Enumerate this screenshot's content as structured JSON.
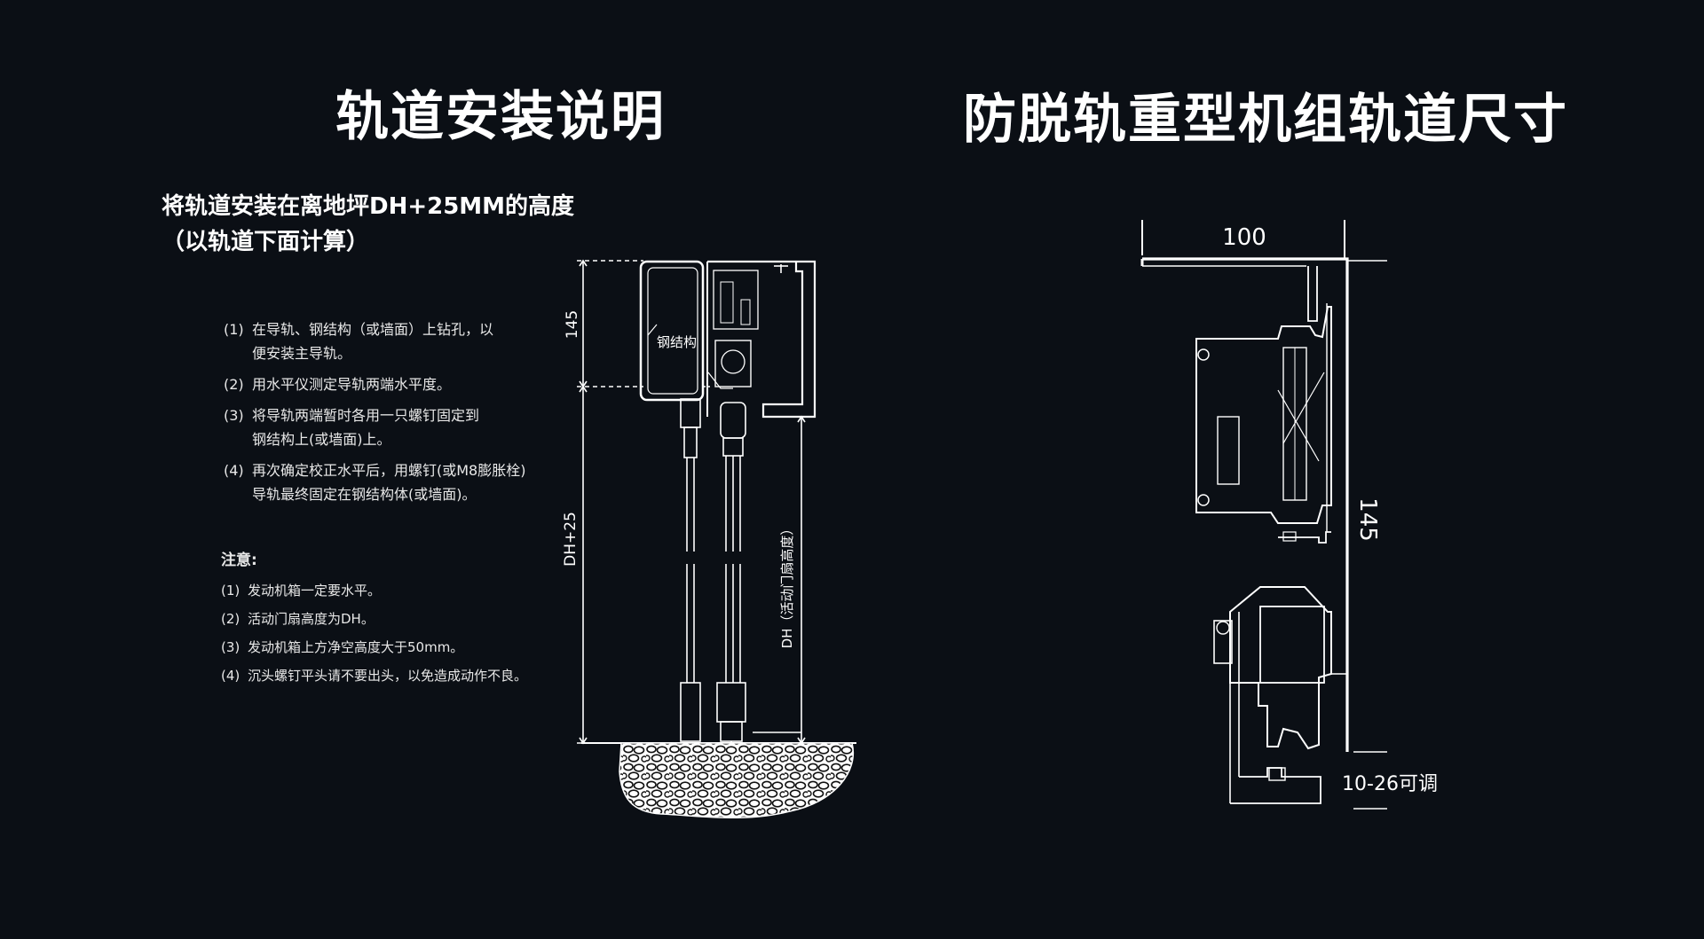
{
  "left": {
    "title": "轨道安装说明",
    "subheading_lines": [
      "将轨道安装在离地坪DH+25MM的高度",
      "（以轨道下面计算）"
    ],
    "steps": [
      {
        "num": "(1)",
        "lines": [
          "在导轨、钢结构（或墙面）上钻孔，以",
          "便安装主导轨。"
        ]
      },
      {
        "num": "(2)",
        "lines": [
          "用水平仪测定导轨两端水平度。"
        ]
      },
      {
        "num": "(3)",
        "lines": [
          "将导轨两端暂时各用一只螺钉固定到",
          "钢结构上(或墙面)上。"
        ]
      },
      {
        "num": "(4)",
        "lines": [
          "再次确定校正水平后，用螺钉(或M8膨胀栓)",
          "导轨最终固定在钢结构体(或墙面)。"
        ]
      }
    ],
    "notes_title": "注意:",
    "notes": [
      {
        "num": "(1)",
        "text": "发动机箱一定要水平。"
      },
      {
        "num": "(2)",
        "text": "活动门扇高度为DH。"
      },
      {
        "num": "(3)",
        "text": "发动机箱上方净空高度大于50mm。"
      },
      {
        "num": "(4)",
        "text": "沉头螺钉平头请不要出头，以免造成动作不良。"
      }
    ],
    "diagram": {
      "dim_145": "145",
      "dim_dh25": "DH+25",
      "dim_dh": "DH（活动门扇高度）",
      "label_steel": "钢结构"
    }
  },
  "right": {
    "title": "防脱轨重型机组轨道尺寸",
    "dim_width": "100",
    "dim_height": "145",
    "dim_adjust": "10-26可调"
  }
}
